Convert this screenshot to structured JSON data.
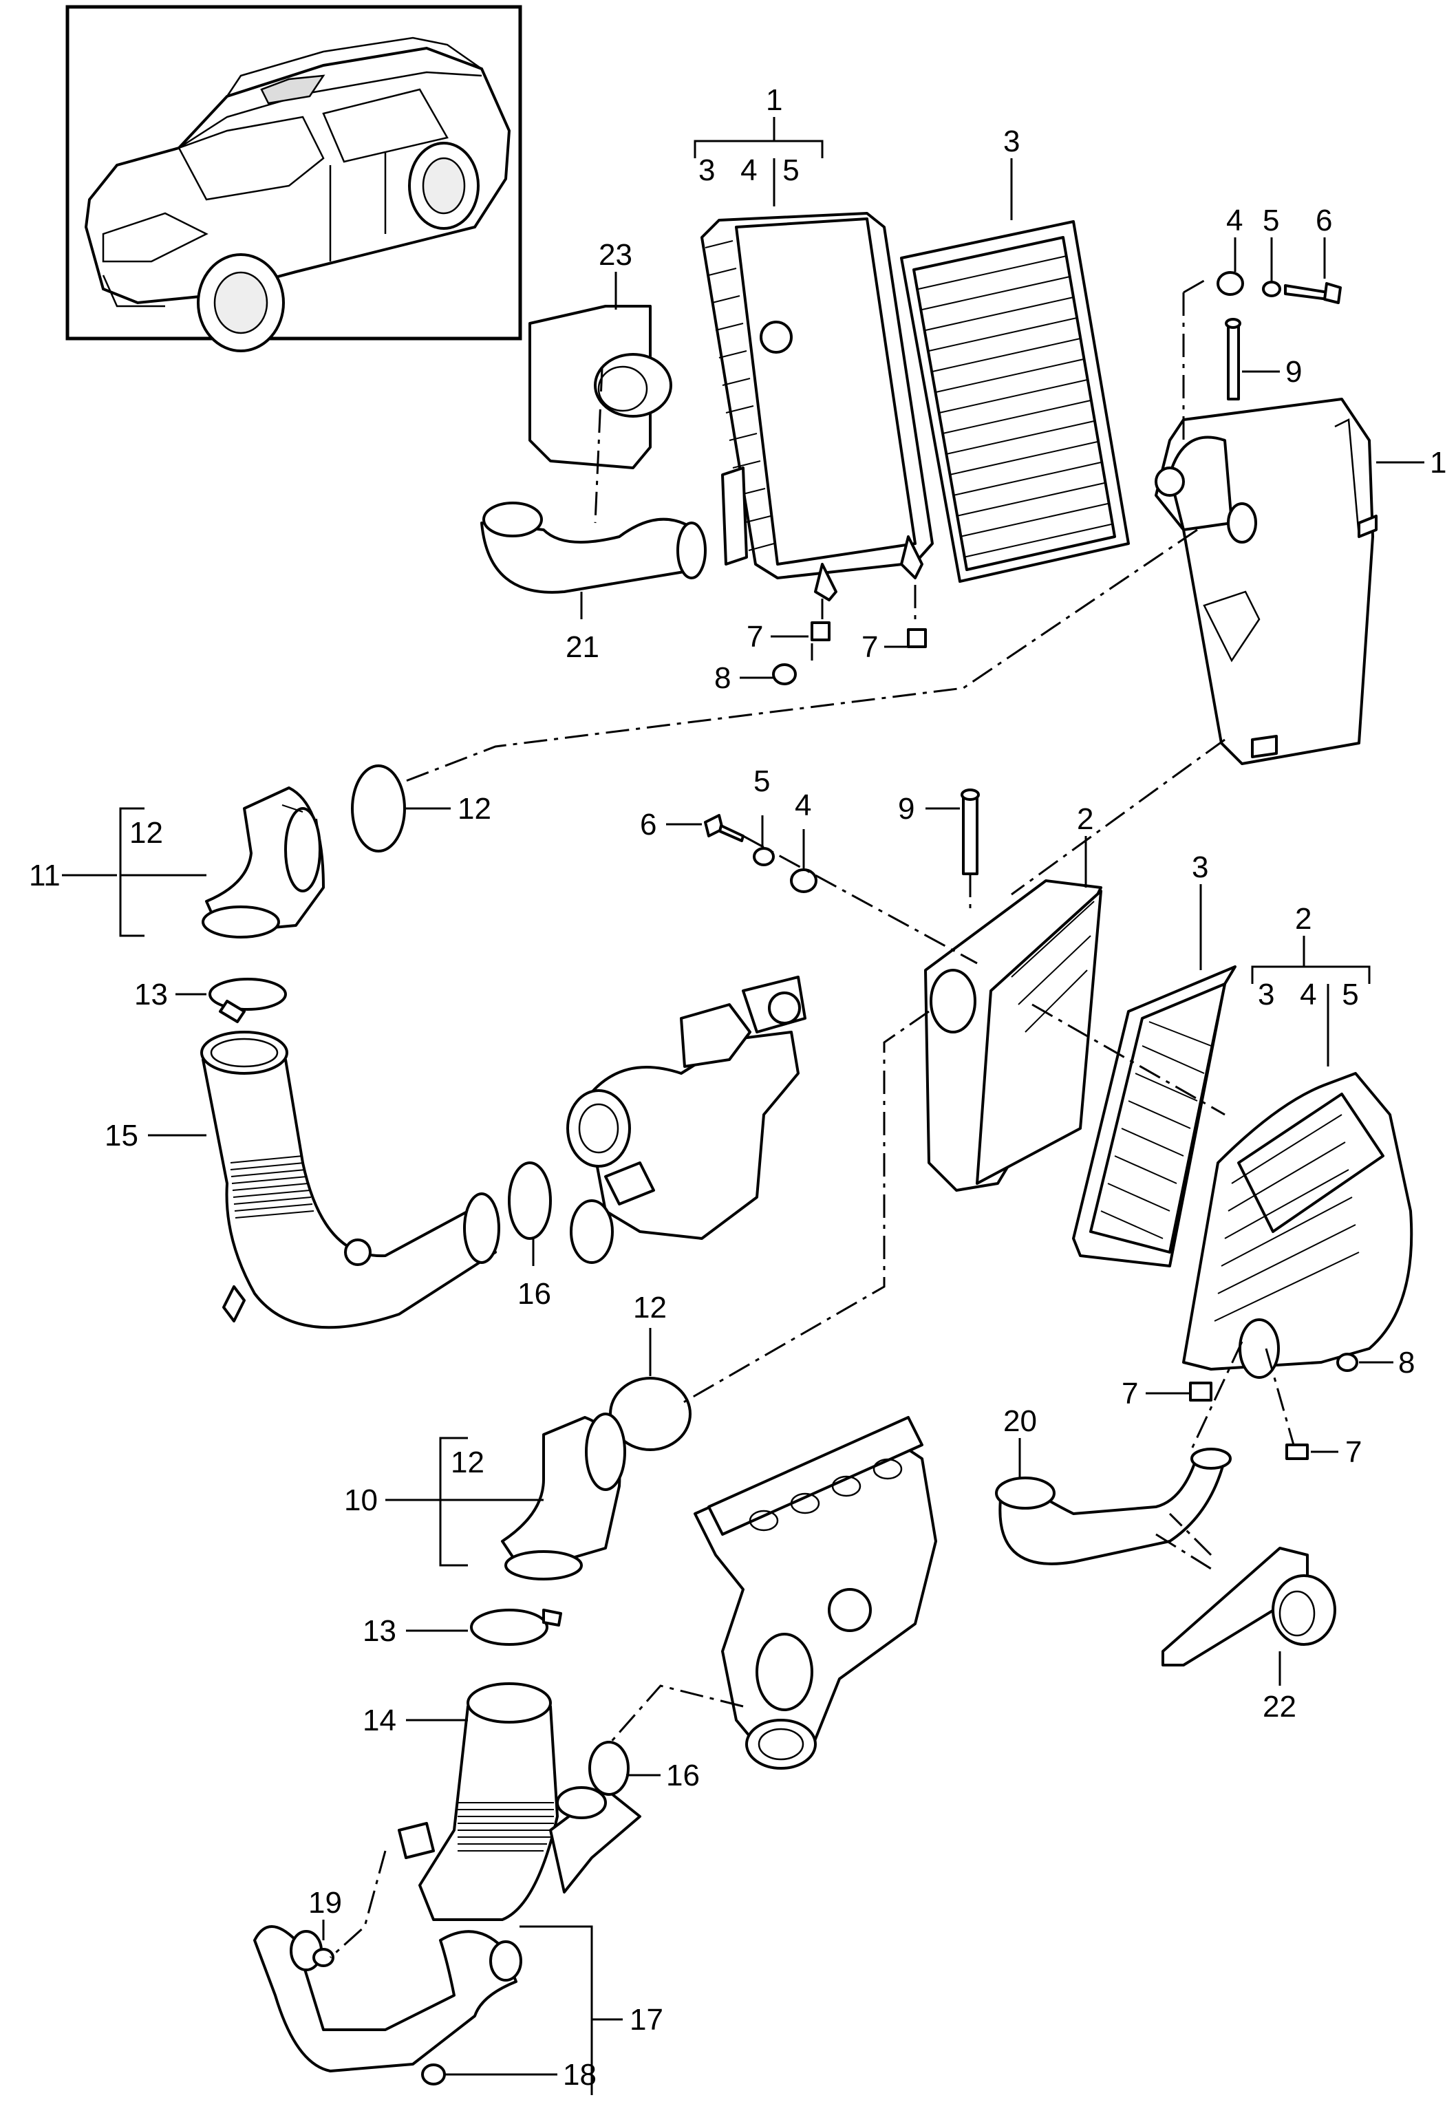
{
  "callouts": {
    "c1_top": "1",
    "c1_sub": "3   4   5",
    "c3_top": "3",
    "c23": "23",
    "c21": "21",
    "c4_top": "4",
    "c5_top": "5",
    "c6_top": "6",
    "c9_top": "9",
    "c1_right": "1",
    "c7_a": "7",
    "c7_b": "7",
    "c8_top": "8",
    "c11": "11",
    "c12_bracket_top": "12",
    "c12_ring_top": "12",
    "c13_top": "13",
    "c15": "15",
    "c16_top": "16",
    "c6_mid": "6",
    "c5_mid": "5",
    "c4_mid": "4",
    "c9_mid": "9",
    "c2_mid": "2",
    "c3_mid": "3",
    "c2_right": "2",
    "c2_sub": "3   4   5",
    "c8_mid": "8",
    "c7_mid_a": "7",
    "c7_mid_b": "7",
    "c12_ring_low": "12",
    "c10": "10",
    "c12_bracket_low": "12",
    "c13_low": "13",
    "c20": "20",
    "c22": "22",
    "c14": "14",
    "c16_low": "16",
    "c19": "19",
    "c17": "17",
    "c18": "18"
  }
}
